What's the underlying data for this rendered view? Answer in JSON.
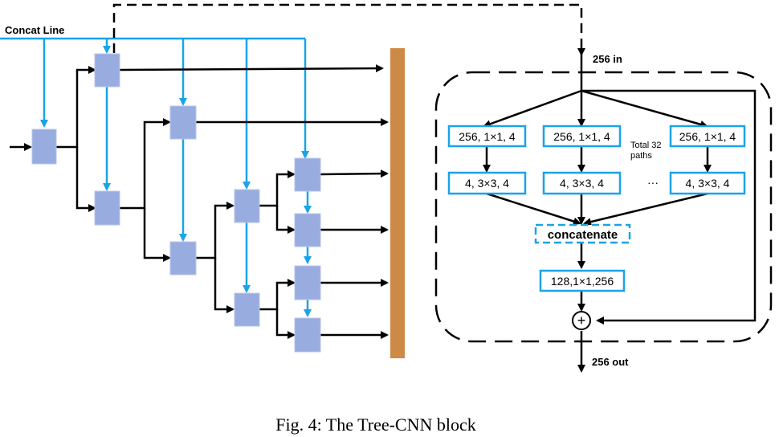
{
  "diagram": {
    "concat_line_label": "Concat Line",
    "input_label": "256 in",
    "output_label": "256 out",
    "paths_note_line1": "Total 32",
    "paths_note_line2": "paths",
    "ellipsis": "···",
    "concatenate_label": "concatenate",
    "project_box": "128,1×1,256",
    "add_symbol": "+",
    "paths": [
      {
        "top": "256, 1×1, 4",
        "bottom": "4, 3×3, 4"
      },
      {
        "top": "256, 1×1, 4",
        "bottom": "4, 3×3, 4"
      },
      {
        "top": "256, 1×1, 4",
        "bottom": "4, 3×3, 4"
      }
    ]
  },
  "caption": "Fig. 4: The Tree-CNN block",
  "colors": {
    "node_fill": "#98ace0",
    "concat_blue": "#1aa3e8",
    "output_bar": "#cd8a47"
  }
}
